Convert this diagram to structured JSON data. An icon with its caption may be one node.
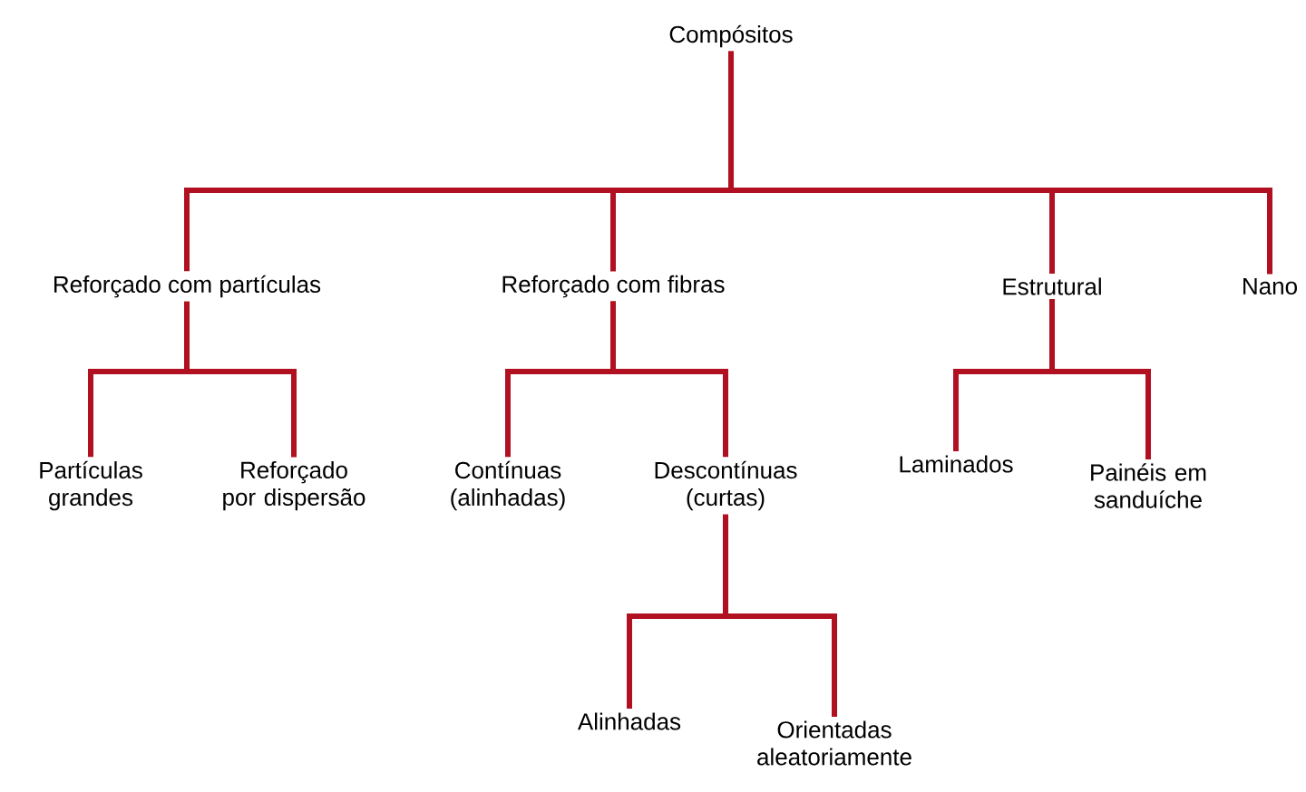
{
  "diagram": {
    "nodes": [
      {
        "text": [
          "Compósitos"
        ]
      },
      {
        "text": [
          "Reforçado com partículas"
        ]
      },
      {
        "text": [
          "Reforçado com fibras"
        ]
      },
      {
        "text": [
          "Estrutural"
        ]
      },
      {
        "text": [
          "Nano"
        ]
      },
      {
        "text": [
          "Partículas grandes"
        ]
      },
      {
        "text": [
          "Reforçado por dispersão"
        ]
      },
      {
        "text": [
          "Contínuas (alinhadas)"
        ]
      },
      {
        "text": [
          "Descontínuas (curtas)"
        ]
      },
      {
        "text": [
          "Laminados"
        ]
      },
      {
        "text": [
          "Painéis em sanduíche"
        ]
      },
      {
        "text": [
          "Alinhadas"
        ]
      },
      {
        "text": [
          "Orientadas aleatoriamente"
        ]
      }
    ],
    "edges": [
      {
        "from": 0,
        "to": 1,
        "arrow": "none"
      },
      {
        "from": 0,
        "to": 2,
        "arrow": "none"
      },
      {
        "from": 0,
        "to": 3,
        "arrow": "none"
      },
      {
        "from": 0,
        "to": 4,
        "arrow": "none"
      },
      {
        "from": 1,
        "to": 5,
        "arrow": "none"
      },
      {
        "from": 1,
        "to": 6,
        "arrow": "none"
      },
      {
        "from": 2,
        "to": 7,
        "arrow": "none"
      },
      {
        "from": 2,
        "to": 8,
        "arrow": "none"
      },
      {
        "from": 3,
        "to": 9,
        "arrow": "none"
      },
      {
        "from": 3,
        "to": 10,
        "arrow": "none"
      },
      {
        "from": 8,
        "to": 11,
        "arrow": "none"
      },
      {
        "from": 8,
        "to": 12,
        "arrow": "none"
      }
    ]
  }
}
